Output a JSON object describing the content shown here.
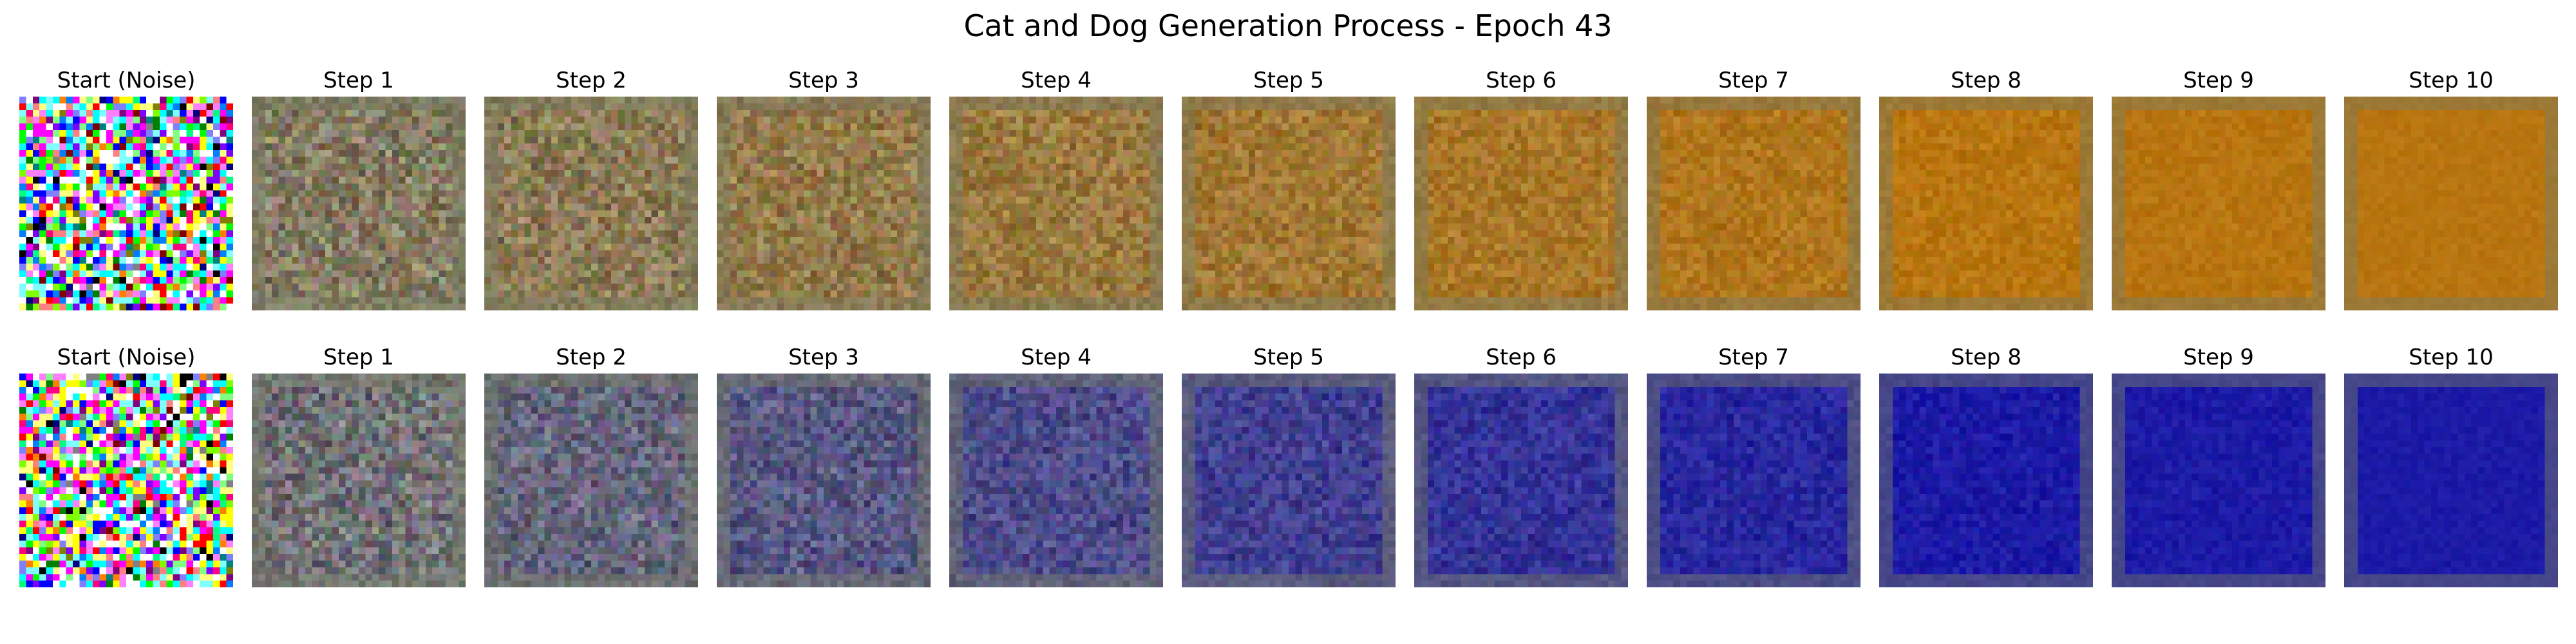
{
  "title": "Cat and Dog Generation Process - Epoch 43",
  "rows": [
    {
      "tint": "#b87510",
      "panels": [
        {
          "label": "Start (Noise)"
        },
        {
          "label": "Step 1"
        },
        {
          "label": "Step 2"
        },
        {
          "label": "Step 3"
        },
        {
          "label": "Step 4"
        },
        {
          "label": "Step 5"
        },
        {
          "label": "Step 6"
        },
        {
          "label": "Step 7"
        },
        {
          "label": "Step 8"
        },
        {
          "label": "Step 9"
        },
        {
          "label": "Step 10"
        }
      ]
    },
    {
      "tint": "#1c1aa6",
      "panels": [
        {
          "label": "Start (Noise)"
        },
        {
          "label": "Step 1"
        },
        {
          "label": "Step 2"
        },
        {
          "label": "Step 3"
        },
        {
          "label": "Step 4"
        },
        {
          "label": "Step 5"
        },
        {
          "label": "Step 6"
        },
        {
          "label": "Step 7"
        },
        {
          "label": "Step 8"
        },
        {
          "label": "Step 9"
        },
        {
          "label": "Step 10"
        }
      ]
    }
  ]
}
